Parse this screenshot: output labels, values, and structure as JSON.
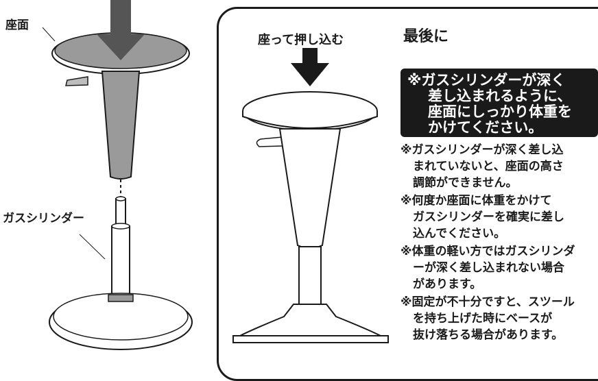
{
  "left_labels": {
    "seat": "座面",
    "gas_cylinder": "ガスシリンダー"
  },
  "panel": {
    "instruction": "座って押し込む",
    "title": "最後に",
    "callout_lines": [
      "※ガスシリンダーが深く",
      "差し込まれるように、",
      "座面にしっかり体重を",
      "かけてください。"
    ],
    "notes": [
      [
        "※ガスシリンダーが深く差し込",
        "まれていないと、座面の高さ",
        "調節ができません。"
      ],
      [
        "※何度か座面に体重をかけて",
        "ガスシリンダーを確実に差し",
        "込んでください。"
      ],
      [
        "※体重の軽い方ではガスシリンダ",
        "ーが深く差し込まれない場合",
        "があります。"
      ],
      [
        "※固定が不十分ですと、スツール",
        "を持ち上げた時にベースが",
        "抜け落ちる場合があります。"
      ]
    ]
  }
}
